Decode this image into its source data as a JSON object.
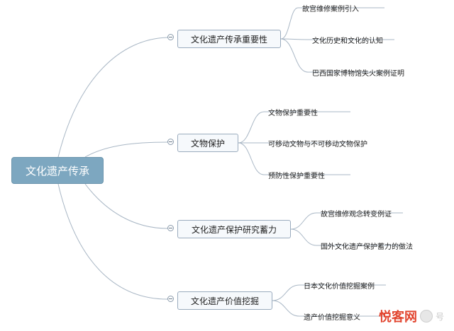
{
  "mindmap": {
    "root": "文化遗产传承",
    "branches": [
      {
        "title": "文化遗产传承重要性",
        "leaves": [
          "故宫维修案例引入",
          "文化历史和文化的认知",
          "巴西国家博物馆失火案例证明"
        ]
      },
      {
        "title": "文物保护",
        "leaves": [
          "文物保护重要性",
          "可移动文物与不可移动文物保护",
          "预防性保护重要性"
        ]
      },
      {
        "title": "文化遗产保护研究蓄力",
        "leaves": [
          "故宫维修观念转变例证",
          "国外文化遗产保护蓄力的做法"
        ]
      },
      {
        "title": "文化遗产价值挖掘",
        "leaves": [
          "日本文化价值挖掘案例",
          "遗产价值挖掘意义"
        ]
      }
    ]
  },
  "watermark": {
    "logo": "悦客网",
    "tail": "号"
  },
  "colors": {
    "root_fill": "#7da7c0",
    "link": "#a9b7c5"
  }
}
